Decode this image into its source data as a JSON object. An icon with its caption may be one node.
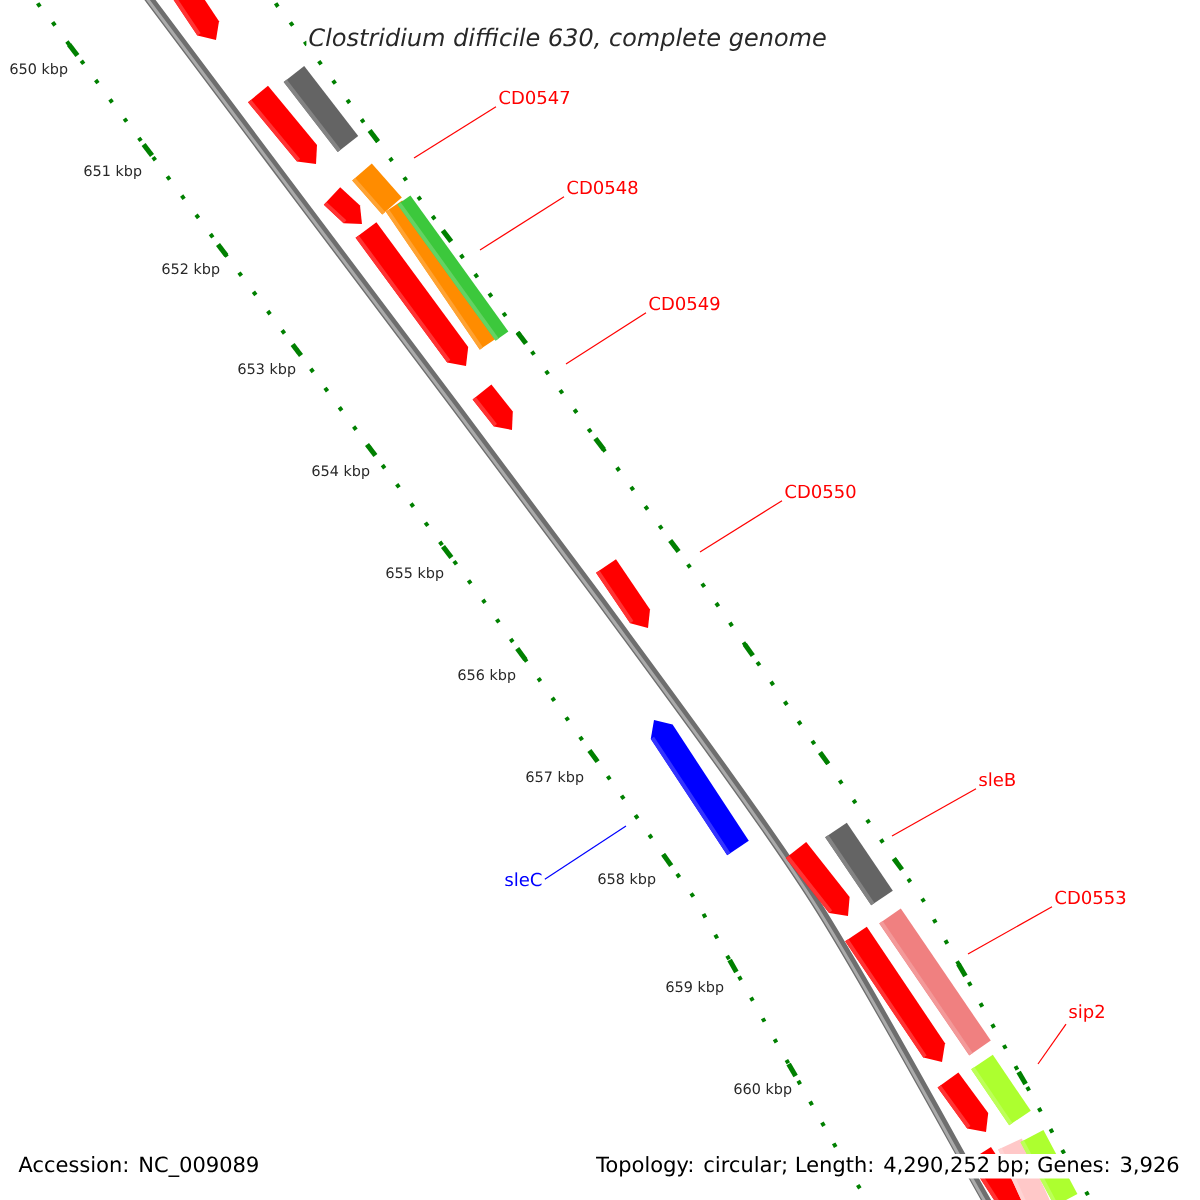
{
  "diagram": {
    "title": "Clostridium difficile 630, complete genome",
    "nodes": [
      {
        "text": [
          "CD0547"
        ]
      },
      {
        "text": [
          "CD0548"
        ]
      },
      {
        "text": [
          "CD0549"
        ]
      },
      {
        "text": [
          "CD0550"
        ]
      },
      {
        "text": [
          "sleB"
        ]
      },
      {
        "text": [
          "sleC"
        ]
      },
      {
        "text": [
          "CD0553"
        ]
      },
      {
        "text": [
          "sip2"
        ]
      }
    ],
    "edges": [
      {
        "from": 0,
        "to": null,
        "arrow": "none"
      },
      {
        "from": 1,
        "to": null,
        "arrow": "none"
      },
      {
        "from": 2,
        "to": null,
        "arrow": "none"
      },
      {
        "from": 3,
        "to": null,
        "arrow": "none"
      },
      {
        "from": 4,
        "to": null,
        "arrow": "none"
      },
      {
        "from": 5,
        "to": null,
        "arrow": "none",
        "color": "#0000ff"
      },
      {
        "from": 6,
        "to": null,
        "arrow": "none"
      },
      {
        "from": 7,
        "to": null,
        "arrow": "none"
      }
    ],
    "labels": [
      "650 kbp",
      "651 kbp",
      "652 kbp",
      "653 kbp",
      "654 kbp",
      "655 kbp",
      "656 kbp",
      "657 kbp",
      "658 kbp",
      "659 kbp",
      "660 kbp",
      "Accession: NC_009089",
      "Topology: circular; Length: 4,290,252 bp; Genes: 3,926"
    ]
  }
}
